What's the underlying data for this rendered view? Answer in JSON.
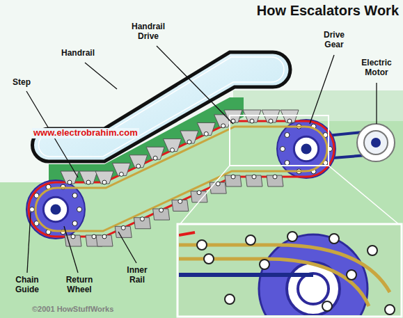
{
  "diagram": {
    "title": "How Escalators Work",
    "labels": [
      "Handrail Drive",
      "Handrail",
      "Step",
      "Drive Gear",
      "Electric Motor",
      "www.electrobrahim.com",
      "Chain Guide",
      "Return Wheel",
      "Inner Rail",
      "©2001 HowStuffWorks"
    ]
  }
}
